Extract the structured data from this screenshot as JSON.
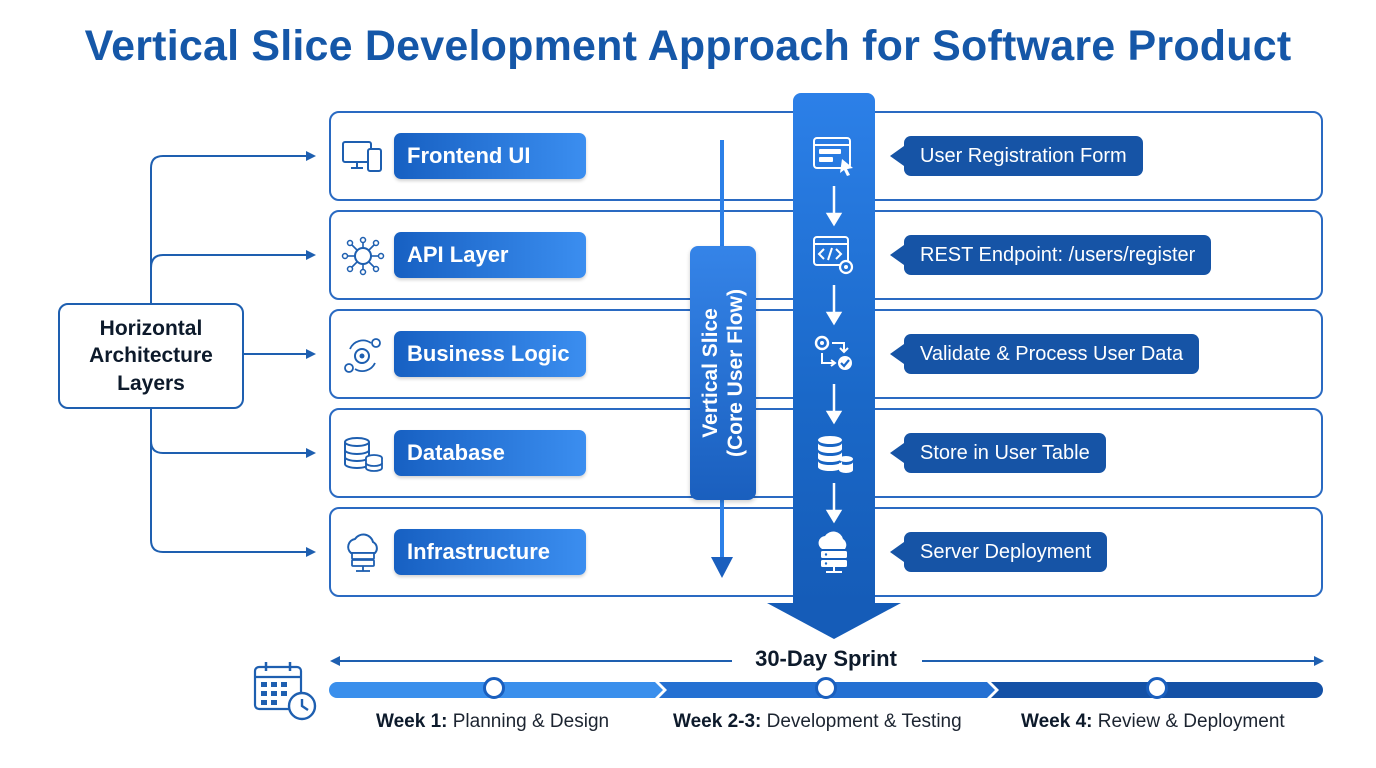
{
  "title": "Vertical Slice Development Approach for Software Product",
  "horizontal_label": "Horizontal Architecture Layers",
  "layers": [
    {
      "label": "Frontend UI",
      "icon": "monitor-phone-icon",
      "slice_icon": "form-cursor-icon",
      "callout": "User Registration Form"
    },
    {
      "label": "API Layer",
      "icon": "api-network-icon",
      "slice_icon": "code-window-gear-icon",
      "callout": "REST Endpoint: /users/register"
    },
    {
      "label": "Business Logic",
      "icon": "gears-cycle-icon",
      "slice_icon": "gear-flow-check-icon",
      "callout": "Validate & Process User Data"
    },
    {
      "label": "Database",
      "icon": "database-stack-icon",
      "slice_icon": "database-icon",
      "callout": "Store in User Table"
    },
    {
      "label": "Infrastructure",
      "icon": "cloud-server-icon",
      "slice_icon": "cloud-server-icon",
      "callout": "Server Deployment"
    }
  ],
  "vertical_slice": {
    "line1": "Vertical Slice",
    "line2": "(Core User Flow)"
  },
  "sprint": {
    "label": "30-Day Sprint",
    "icon": "calendar-clock-icon",
    "phases": [
      {
        "week": "Week 1:",
        "desc": "Planning & Design"
      },
      {
        "week": "Week 2-3:",
        "desc": "Development & Testing"
      },
      {
        "week": "Week 4:",
        "desc": "Review & Deployment"
      }
    ]
  },
  "colors": {
    "primary": "#1557a8",
    "accent": "#2c80e8",
    "callout": "#1654a6",
    "border": "#2a6ac2"
  }
}
